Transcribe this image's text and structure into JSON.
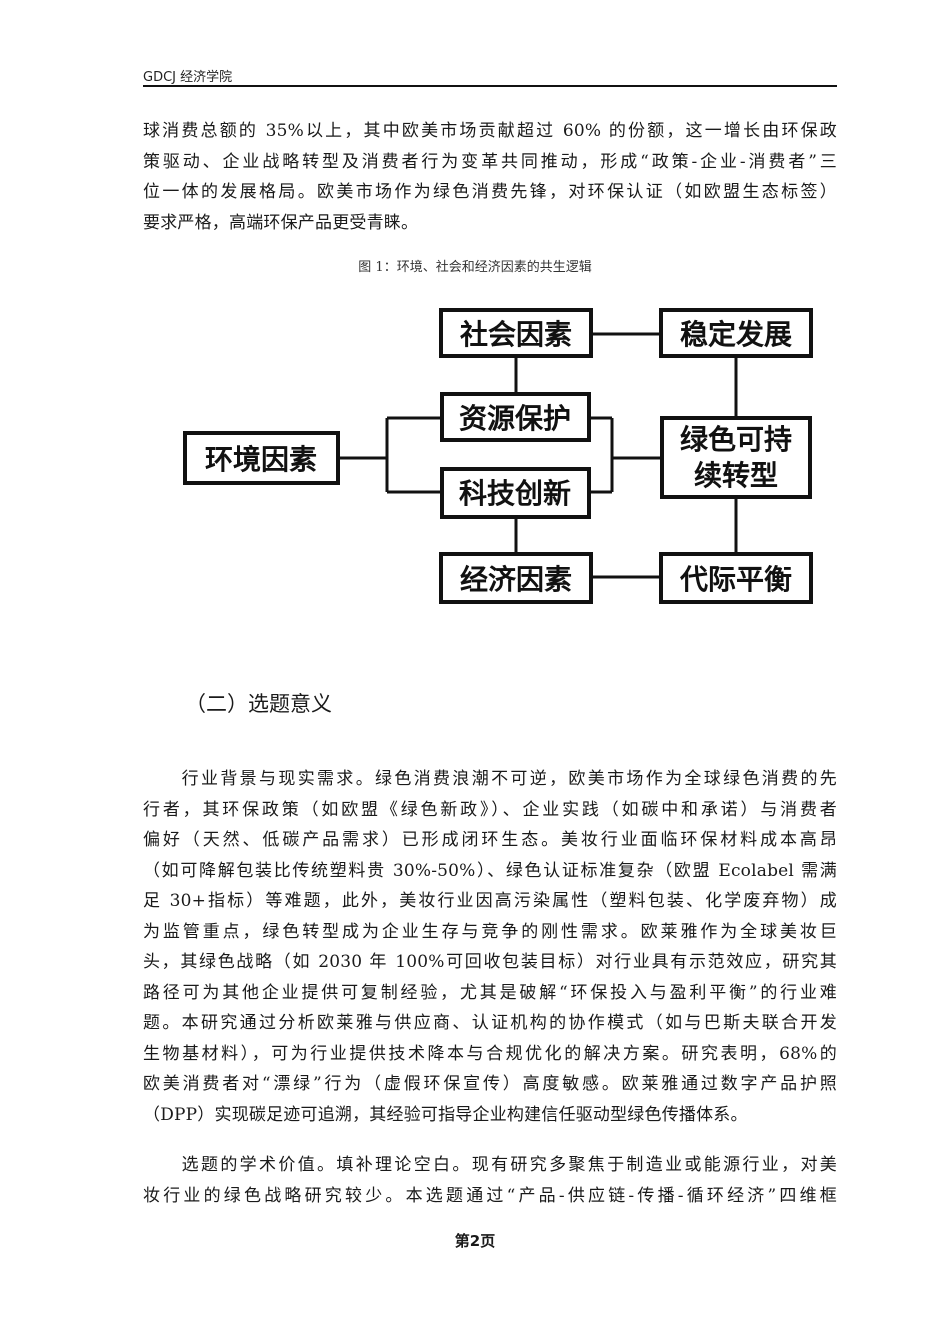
{
  "header": {
    "running_title": "GDCJ 经济学院"
  },
  "intro_paragraph": {
    "lines": [
      "球消费总额的 35%以上，其中欧美市场贡献超过 60% 的份额，这一增长由环保政",
      "策驱动、企业战略转型及消费者行为变革共同推动，形成“政策-企业-消费者”三",
      "位一体的发展格局。欧美市场作为绿色消费先锋，对环保认证（如欧盟生态标签）",
      "要求严格，高端环保产品更受青睐。"
    ]
  },
  "figure": {
    "caption": "图 1：环境、社会和经济因素的共生逻辑",
    "nodes": {
      "environment": "环境因素",
      "social": "社会因素",
      "resource": "资源保护",
      "tech": "科技创新",
      "economic": "经济因素",
      "stable": "稳定发展",
      "green_1": "绿色可持",
      "green_2": "续转型",
      "intergen": "代际平衡"
    }
  },
  "section": {
    "heading": "（二）选题意义"
  },
  "body_paragraph_1": {
    "lines": [
      "　　行业背景与现实需求。绿色消费浪潮不可逆，欧美市场作为全球绿色消费的先",
      "行者，其环保政策（如欧盟《绿色新政》）、企业实践（如碳中和承诺）与消费者",
      "偏好（天然、低碳产品需求）已形成闭环生态。美妆行业面临环保材料成本高昂",
      "（如可降解包装比传统塑料贵 30%-50%）、绿色认证标准复杂（欧盟 Ecolabel 需满",
      "足 30+指标）等难题，此外，美妆行业因高污染属性（塑料包装、化学废弃物）成",
      "为监管重点，绿色转型成为企业生存与竞争的刚性需求。欧莱雅作为全球美妆巨",
      "头，其绿色战略（如 2030 年 100%可回收包装目标）对行业具有示范效应，研究其",
      "路径可为其他企业提供可复制经验，尤其是破解“环保投入与盈利平衡”的行业难",
      "题。本研究通过分析欧莱雅与供应商、认证机构的协作模式（如与巴斯夫联合开发",
      "生物基材料），可为行业提供技术降本与合规优化的解决方案。研究表明，68%的",
      "欧美消费者对“漂绿”行为（虚假环保宣传）高度敏感。欧莱雅通过数字产品护照",
      "（DPP）实现碳足迹可追溯，其经验可指导企业构建信任驱动型绿色传播体系。"
    ]
  },
  "body_paragraph_2": {
    "lines": [
      "　　选题的学术价值。填补理论空白。现有研究多聚焦于制造业或能源行业，对美",
      "妆行业的绿色战略研究较少。本选题通过“产品-供应链-传播-循环经济”四维框"
    ]
  },
  "footer": {
    "page_label": "第2页"
  }
}
